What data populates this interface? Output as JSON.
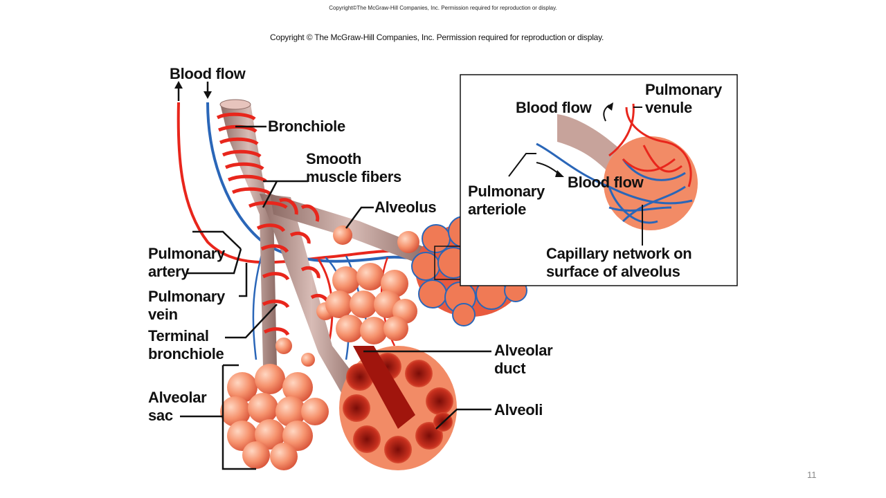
{
  "header": {
    "small_copyright": "Copyright©The McGraw-Hill Companies, Inc. Permission required for reproduction or display.",
    "figure_copyright": "Copyright © The McGraw-Hill Companies, Inc. Permission required for reproduction or display."
  },
  "labels": {
    "blood_flow_left": "Blood flow",
    "bronchiole": "Bronchiole",
    "smooth_muscle_1": "Smooth",
    "smooth_muscle_2": "muscle fibers",
    "alveolus": "Alveolus",
    "pulmonary_artery_1": "Pulmonary",
    "pulmonary_artery_2": "artery",
    "pulmonary_vein_1": "Pulmonary",
    "pulmonary_vein_2": "vein",
    "terminal_bronchiole_1": "Terminal",
    "terminal_bronchiole_2": "bronchiole",
    "alveolar_sac_1": "Alveolar",
    "alveolar_sac_2": "sac",
    "alveolar_duct_1": "Alveolar",
    "alveolar_duct_2": "duct",
    "alveoli": "Alveoli"
  },
  "inset": {
    "blood_flow_top": "Blood flow",
    "pulmonary_venule_1": "Pulmonary",
    "pulmonary_venule_2": "venule",
    "pulmonary_arteriole_1": "Pulmonary",
    "pulmonary_arteriole_2": "arteriole",
    "blood_flow_inner": "Blood flow",
    "capillary_1": "Capillary network on",
    "capillary_2": "surface of alveolus"
  },
  "footer": {
    "page_number": "11"
  },
  "colors": {
    "artery": "#e8261c",
    "vein": "#2a66b8",
    "alveolus": "#f6936e",
    "tube": "#b7928c"
  }
}
